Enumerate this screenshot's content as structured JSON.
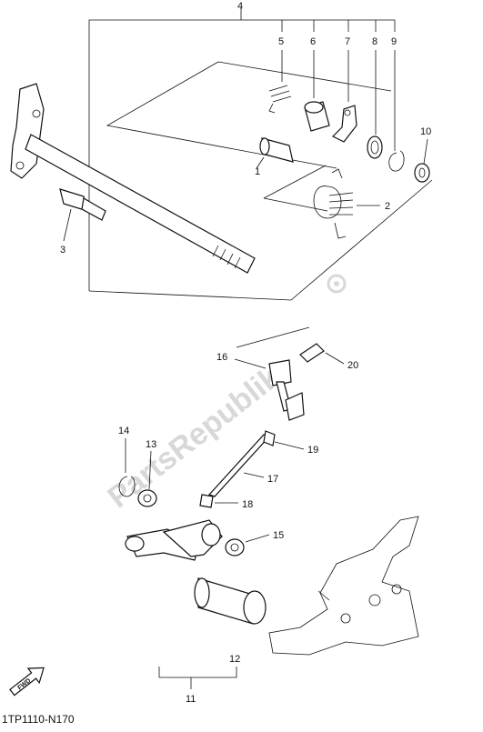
{
  "diagram": {
    "callouts": [
      "1",
      "2",
      "3",
      "4",
      "5",
      "6",
      "7",
      "8",
      "9",
      "10",
      "11",
      "12",
      "13",
      "14",
      "15",
      "16",
      "17",
      "18",
      "19",
      "20"
    ],
    "watermark": "PartsRepublik",
    "footer_code": "1TP1110-N170",
    "fwd_label": "FWD"
  },
  "colors": {
    "line": "#111111",
    "watermark": "#d8d8d8",
    "background": "#ffffff"
  },
  "icons": [
    "gear-icon",
    "fwd-arrow-icon"
  ]
}
